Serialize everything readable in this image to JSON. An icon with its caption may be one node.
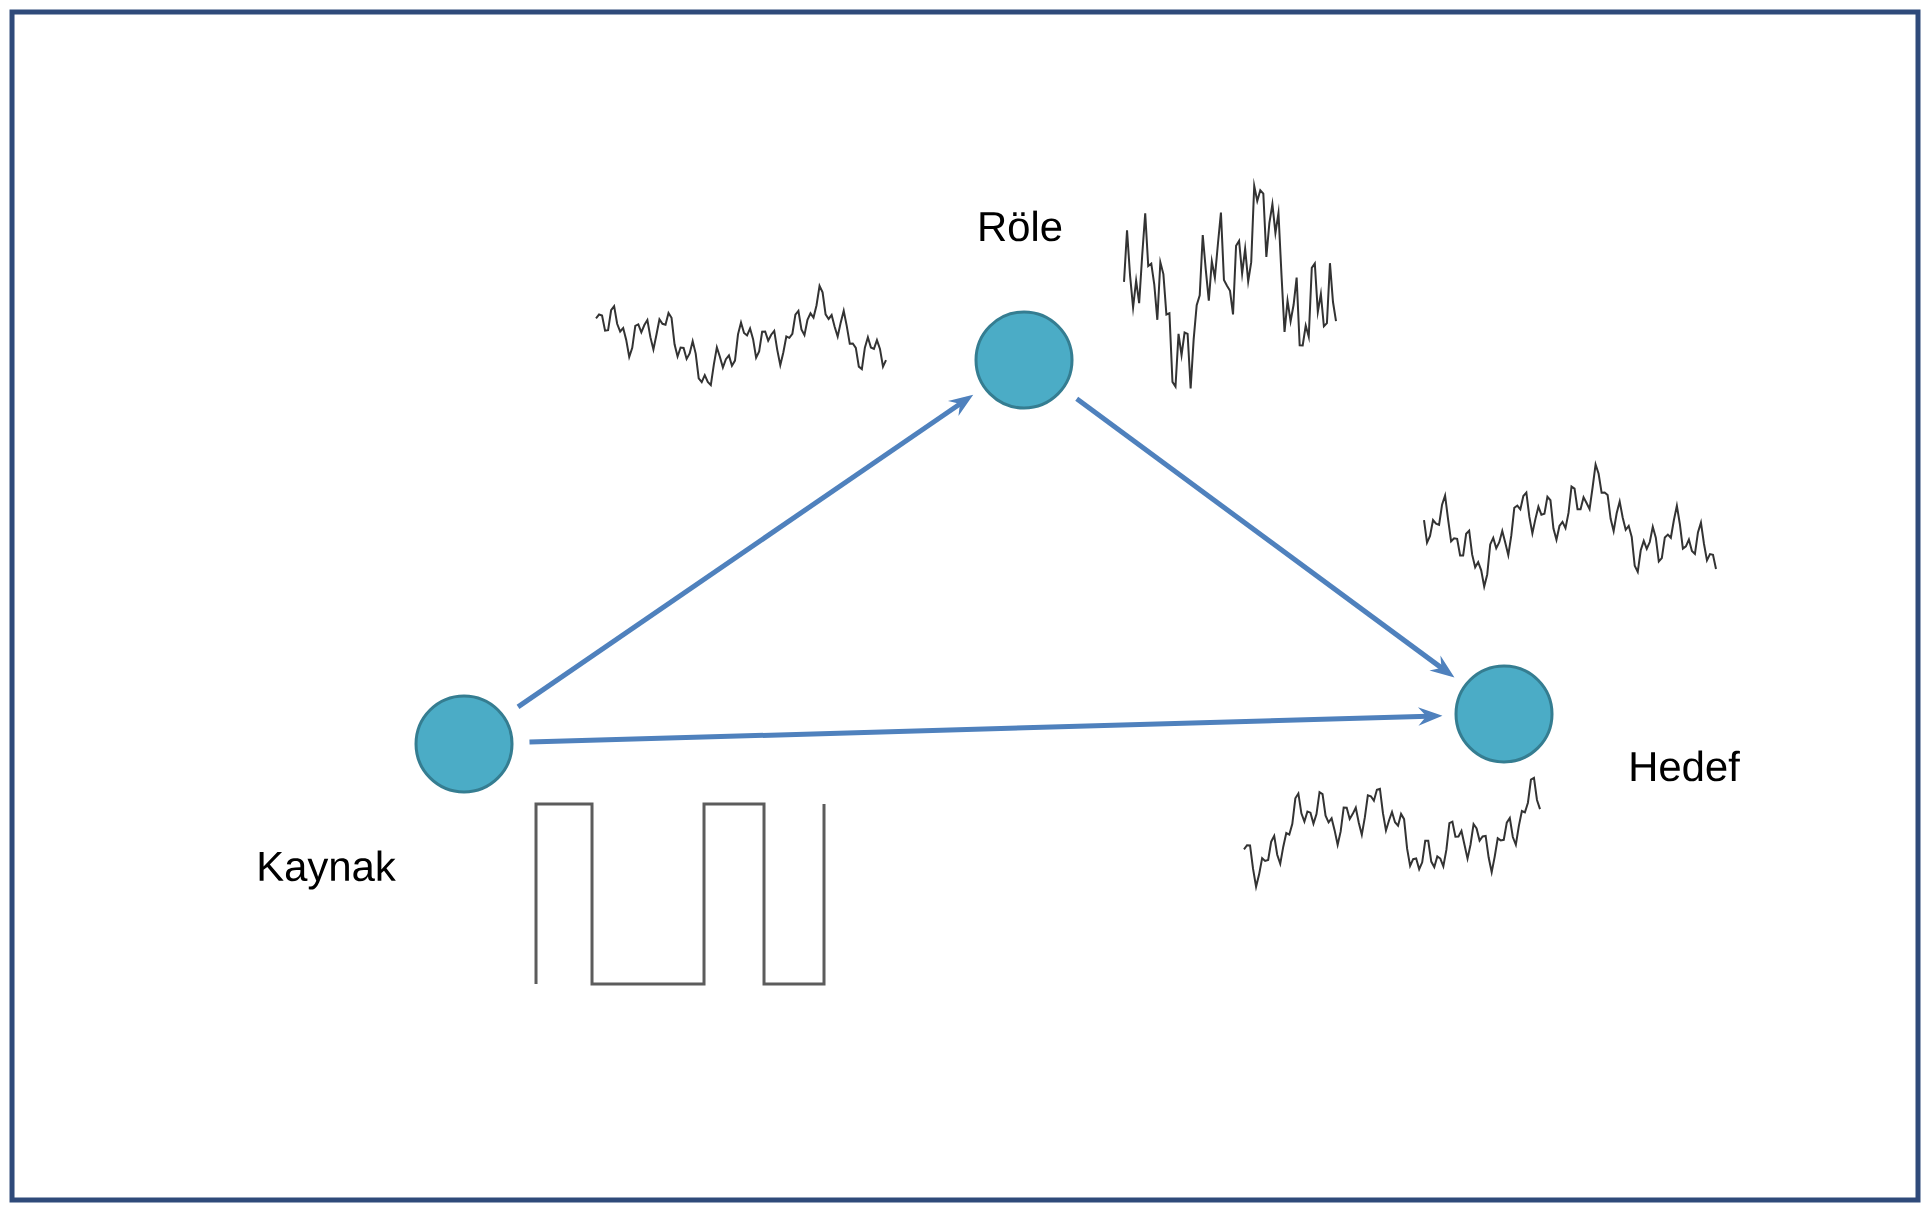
{
  "diagram": {
    "nodes": [
      {
        "text": [
          "Kaynak"
        ]
      },
      {
        "text": [
          "Röle"
        ]
      },
      {
        "text": [
          "Hedef"
        ]
      }
    ],
    "edges": [
      {
        "from": 0,
        "to": 1,
        "arrow": "to"
      },
      {
        "from": 1,
        "to": 2,
        "arrow": "to"
      },
      {
        "from": 0,
        "to": 2,
        "arrow": "to"
      }
    ]
  }
}
